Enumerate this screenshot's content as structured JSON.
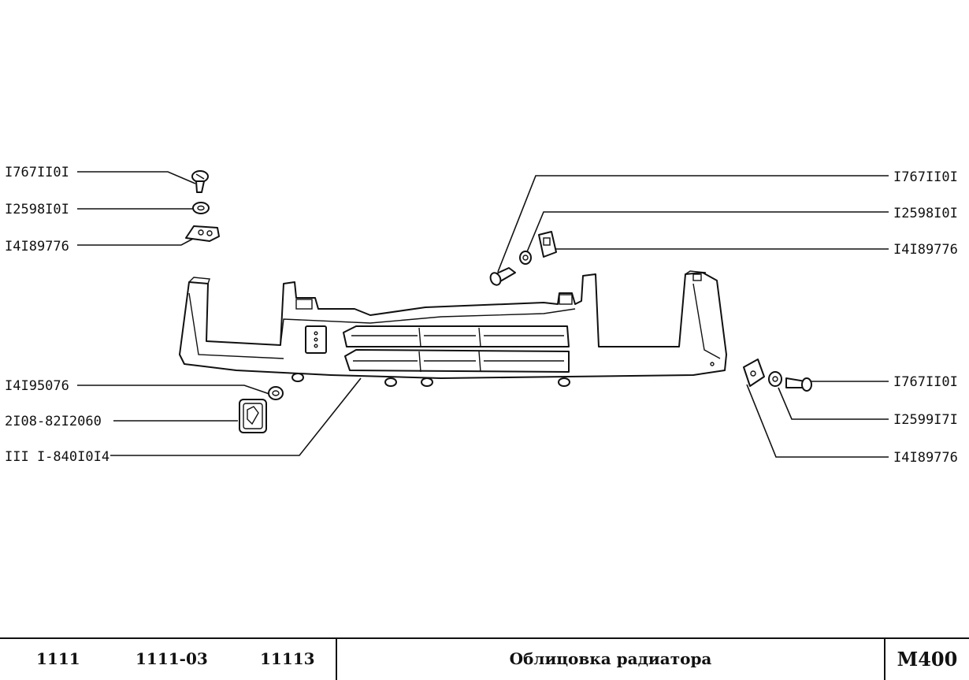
{
  "callouts_left": [
    "I767II0I",
    "I2598I0I",
    "I4I89776",
    "I4I95076",
    "2I08-82I2060",
    "III I-840I0I4"
  ],
  "callouts_right": [
    "I767II0I",
    "I2598I0I",
    "I4I89776",
    "I767II0I",
    "I2599I7I",
    "I4I89776"
  ],
  "footer": {
    "models": [
      "1111",
      "1111-03",
      "11113"
    ],
    "title": "Облицовка радиатора",
    "code": "M400"
  }
}
